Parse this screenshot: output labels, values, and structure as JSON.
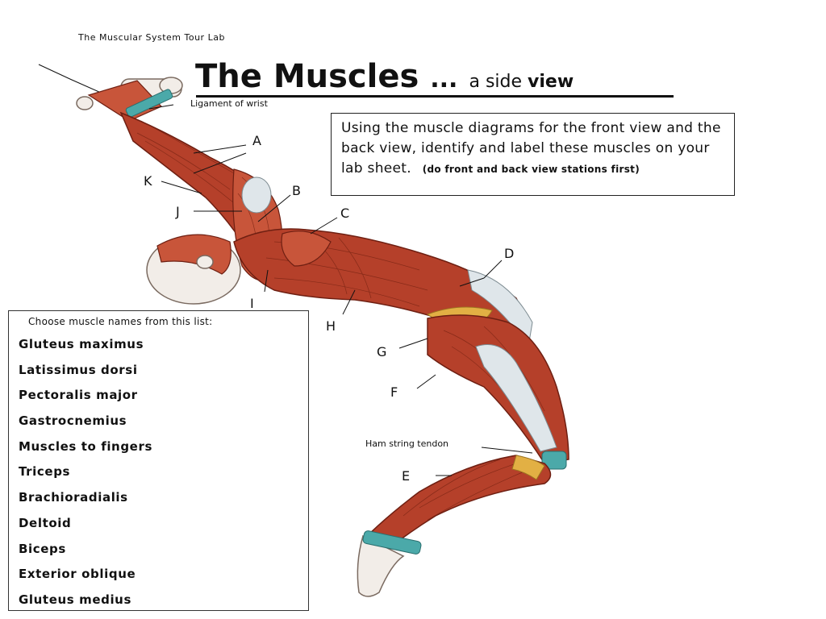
{
  "lab_title": "The Muscular System Tour Lab",
  "heading": {
    "main": "The Muscles",
    "dots": "...",
    "sub_a": "a side ",
    "sub_b": "view"
  },
  "instructions": {
    "text": "Using the muscle diagrams for the front view and the back view, identify and label these muscles on your lab sheet.",
    "note": "(do front and back view stations first)"
  },
  "list": {
    "prompt": "Choose muscle names from this  list:",
    "items": [
      "Gluteus maximus",
      "Latissimus dorsi",
      "Pectoralis major",
      "Gastrocnemius",
      "Muscles to fingers",
      "Triceps",
      "Brachioradialis",
      "Deltoid",
      "Biceps",
      "Exterior oblique",
      "Gluteus medius"
    ]
  },
  "labels": {
    "ligament": "Ligament of wrist",
    "hamstring": "Ham string tendon",
    "A": "A",
    "B": "B",
    "C": "C",
    "D": "D",
    "E": "E",
    "F": "F",
    "G": "G",
    "H": "H",
    "I": "I",
    "J": "J",
    "K": "K"
  },
  "colors": {
    "muscle": "#b5402a",
    "tendon": "#dfe6ea",
    "band": "#4ba9a9",
    "fat": "#e2b044"
  }
}
